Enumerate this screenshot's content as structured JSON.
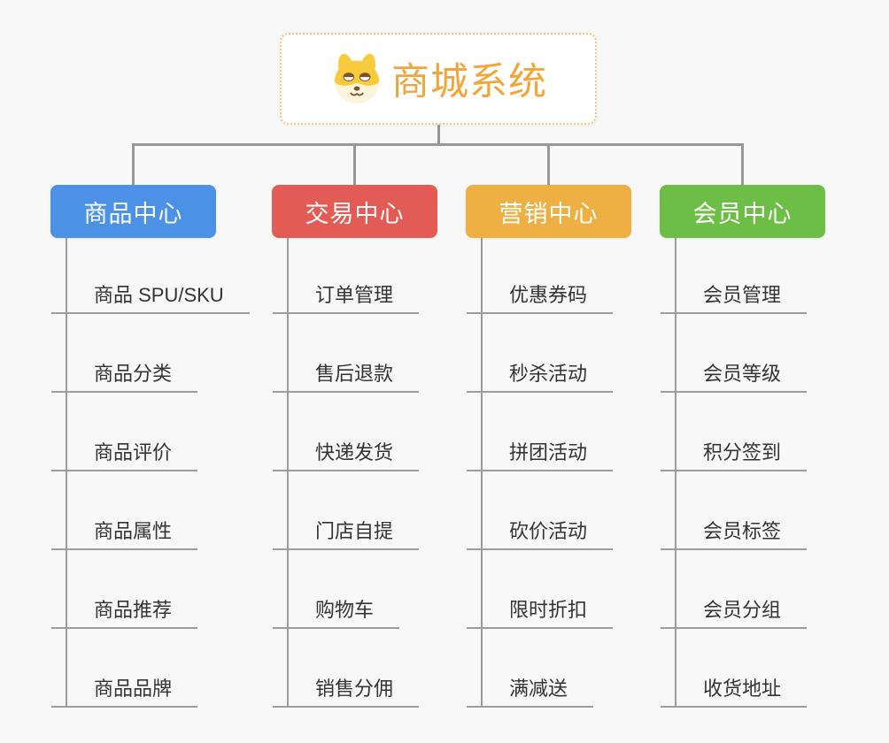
{
  "page": {
    "background_color": "#F8F8F8",
    "connector_color": "#979797",
    "sub_line_color": "#9C9C9C",
    "item_text_color": "#333333",
    "header_text_color": "#FFFFFF"
  },
  "root": {
    "title": "商城系统",
    "icon": "shiba-dog-icon",
    "text_color": "#F0A63C",
    "border_color": "#F4C778"
  },
  "branches": [
    {
      "label": "商品中心",
      "color": "#4B91E5",
      "children": [
        "商品 SPU/SKU",
        "商品分类",
        "商品评价",
        "商品属性",
        "商品推荐",
        "商品品牌"
      ]
    },
    {
      "label": "交易中心",
      "color": "#E25B55",
      "children": [
        "订单管理",
        "售后退款",
        "快递发货",
        "门店自提",
        "购物车",
        "销售分佣"
      ]
    },
    {
      "label": "营销中心",
      "color": "#EEAF43",
      "children": [
        "优惠券码",
        "秒杀活动",
        "拼团活动",
        "砍价活动",
        "限时折扣",
        "满减送"
      ]
    },
    {
      "label": "会员中心",
      "color": "#6DBE46",
      "children": [
        "会员管理",
        "会员等级",
        "积分签到",
        "会员标签",
        "会员分组",
        "收货地址"
      ]
    }
  ]
}
